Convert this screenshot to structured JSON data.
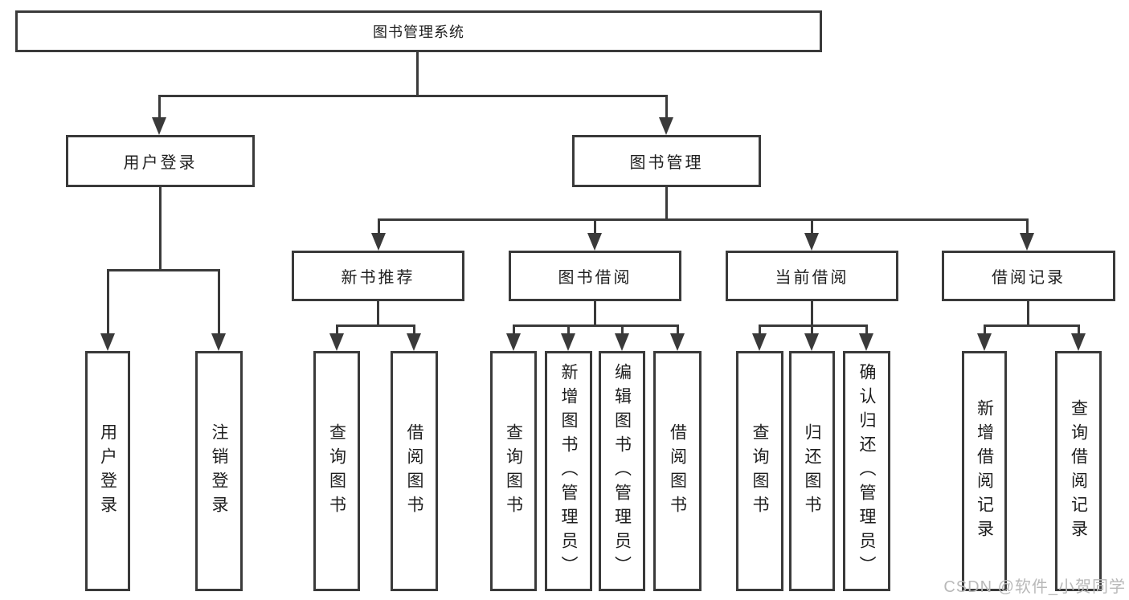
{
  "tree": {
    "root": {
      "label": "图书管理系统"
    },
    "children": [
      {
        "label": "用户登录",
        "children": [
          {
            "label": "用户登录"
          },
          {
            "label": "注销登录"
          }
        ]
      },
      {
        "label": "图书管理",
        "children": [
          {
            "label": "新书推荐",
            "children": [
              {
                "label": "查询图书"
              },
              {
                "label": "借阅图书"
              }
            ]
          },
          {
            "label": "图书借阅",
            "children": [
              {
                "label": "查询图书"
              },
              {
                "label": "新增图书（管理员）"
              },
              {
                "label": "编辑图书（管理员）"
              },
              {
                "label": "借阅图书"
              }
            ]
          },
          {
            "label": "当前借阅",
            "children": [
              {
                "label": "查询图书"
              },
              {
                "label": "归还图书"
              },
              {
                "label": "确认归还（管理员）"
              }
            ]
          },
          {
            "label": "借阅记录",
            "children": [
              {
                "label": "新增借阅记录"
              },
              {
                "label": "查询借阅记录"
              }
            ]
          }
        ]
      }
    ]
  },
  "watermark": {
    "text": "CSDN @软件_小贺同学"
  },
  "colors": {
    "line": "#3a3a3a",
    "text": "#1e1e1e",
    "watermark": "#b9b9b9",
    "background": "#ffffff"
  }
}
